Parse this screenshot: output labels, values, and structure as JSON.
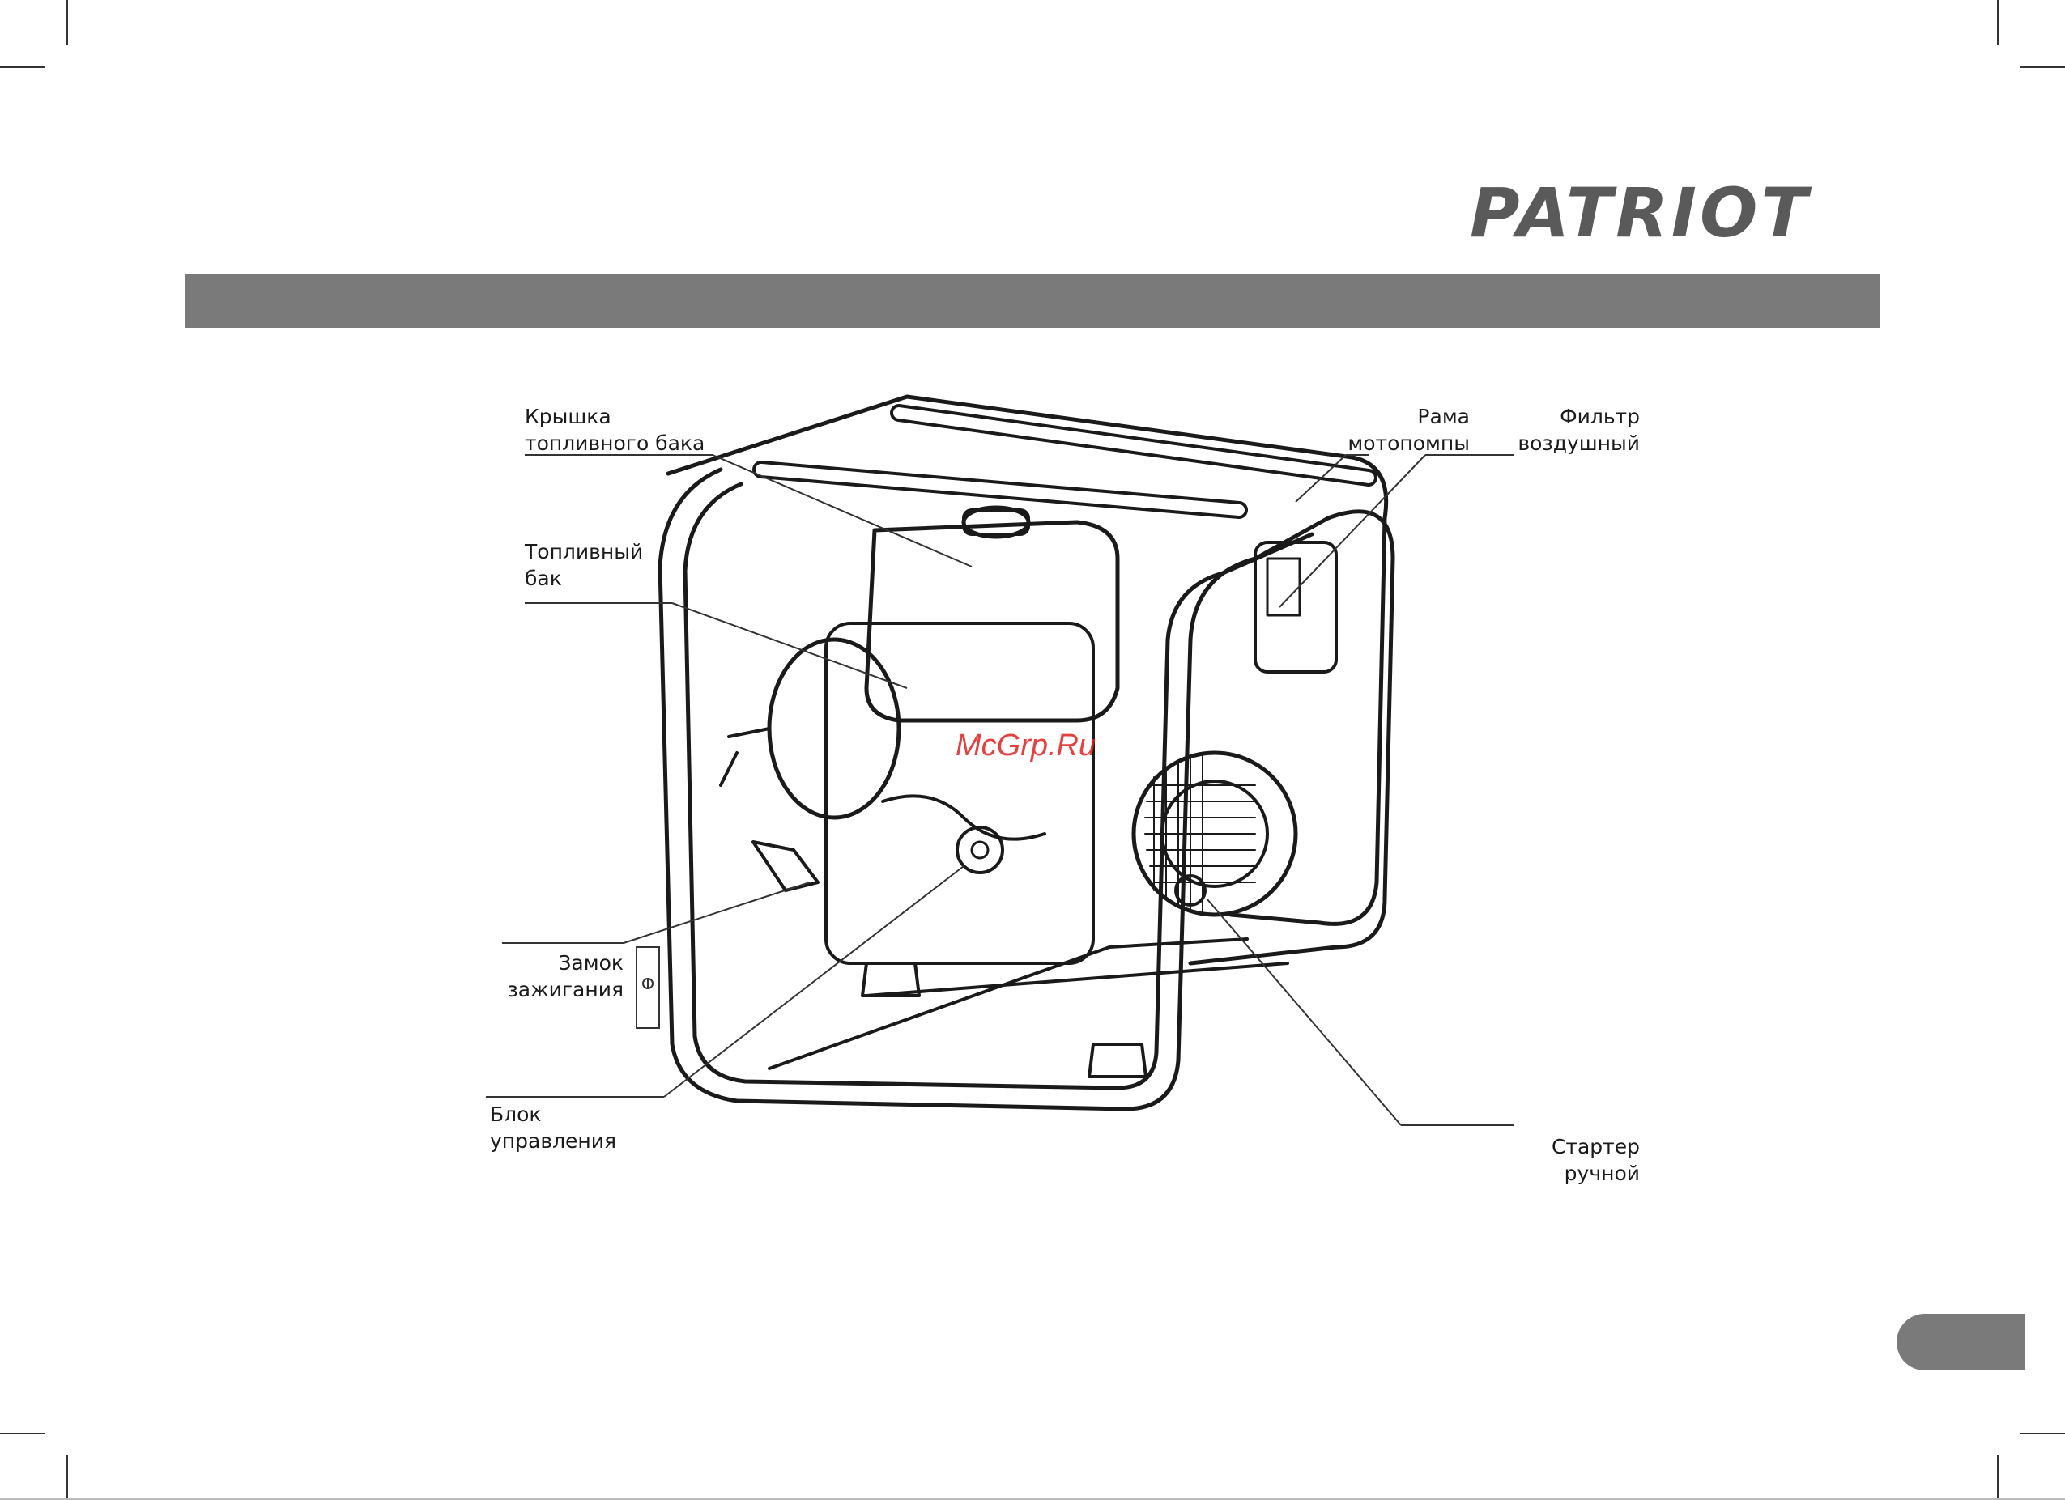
{
  "brand": {
    "logo_text": "PATRIOT",
    "color": "#5a5a5a"
  },
  "header_bar": {
    "color": "#7a7a7a"
  },
  "watermark": {
    "text": "McGrp.Ru",
    "color": "#e02020"
  },
  "callouts": {
    "fuel_cap": "Крышка\nтопливного бака",
    "fuel_tank": "Топливный\nбак",
    "frame": "Рама\nмотопомпы",
    "air_filter": "Фильтр\nвоздушный",
    "ignition_lock": "Замок\nзажигания",
    "control_unit": "Блок\nуправления",
    "starter": "Стартер\nручной"
  },
  "icons": {
    "diagram": "motor-pump-line-drawing",
    "ignition_key_slot": "ignition-key-icon"
  }
}
